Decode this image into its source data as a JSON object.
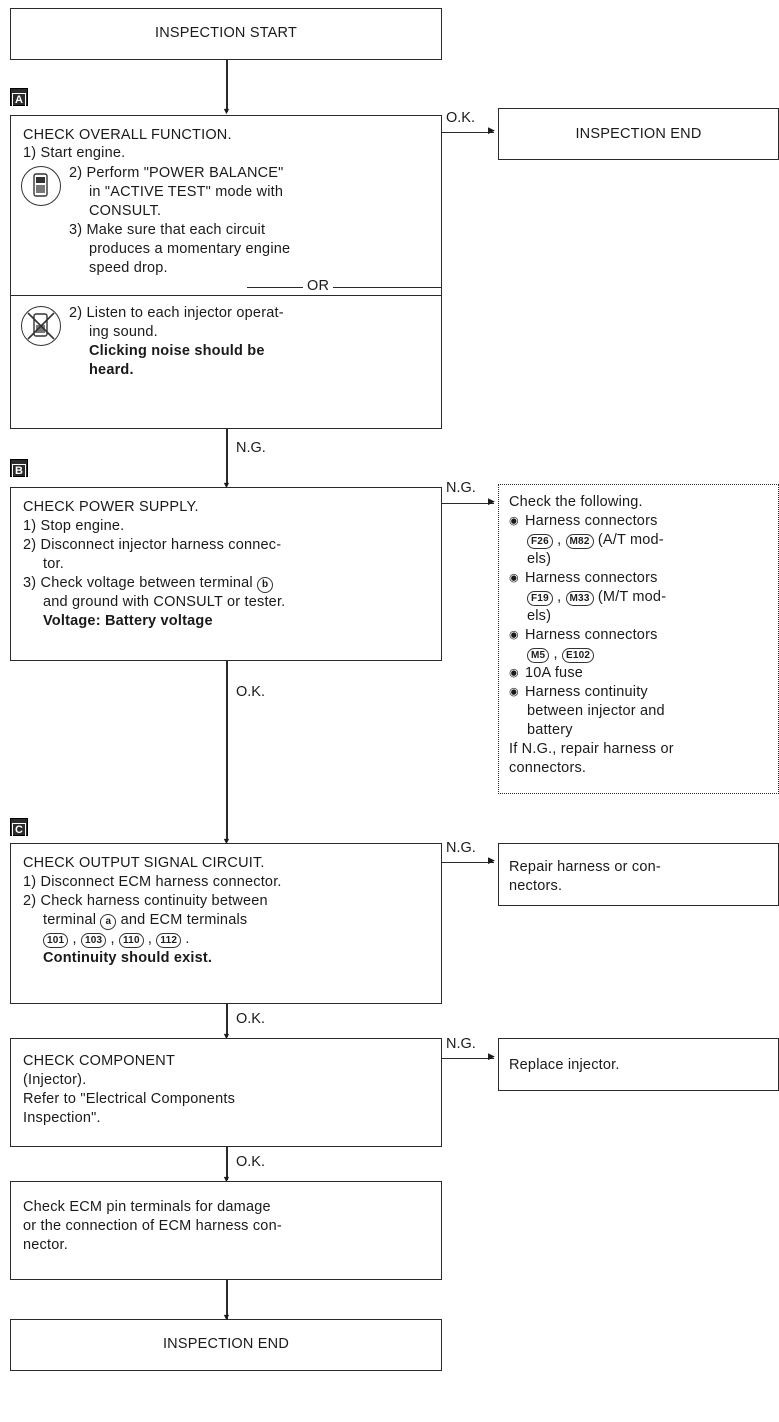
{
  "start": {
    "label": "INSPECTION START"
  },
  "sectionA": {
    "badge": "A",
    "title": "CHECK OVERALL FUNCTION.",
    "step1": "1) Start engine.",
    "consult_steps": [
      "2) Perform \"POWER BALANCE\"",
      "in \"ACTIVE TEST\" mode with",
      "CONSULT.",
      "3) Make sure that each circuit",
      "produces a momentary engine",
      "speed drop."
    ],
    "or_label": "OR",
    "noconsult_steps": [
      "2) Listen to each injector operat-",
      "ing sound."
    ],
    "noconsult_bold": [
      "Clicking noise should be",
      "heard."
    ],
    "ok_label": "O.K.",
    "ng_label": "N.G.",
    "end_label": "INSPECTION END"
  },
  "sectionB": {
    "badge": "B",
    "title": "CHECK POWER SUPPLY.",
    "lines": [
      "1) Stop engine.",
      "2) Disconnect injector harness connec-",
      "tor.",
      "3) Check voltage between terminal",
      "and ground with CONSULT or tester."
    ],
    "terminal": "b",
    "bold_line": "Voltage: Battery voltage",
    "ng_label": "N.G.",
    "ok_label": "O.K.",
    "side": {
      "intro": "Check the following.",
      "item1": {
        "text": "Harness connectors",
        "c1": "F26",
        "c2": "M82",
        "suffix": "(A/T mod-",
        "suffix2": "els)"
      },
      "item2": {
        "text": "Harness connectors",
        "c1": "F19",
        "c2": "M33",
        "suffix": "(M/T mod-",
        "suffix2": "els)"
      },
      "item3": {
        "text": "Harness connectors",
        "c1": "M5",
        "c2": "E102"
      },
      "item4": "10A fuse",
      "item5": [
        "Harness continuity",
        "between injector and",
        "battery"
      ],
      "footer": [
        "If N.G., repair harness or",
        "connectors."
      ]
    }
  },
  "sectionC": {
    "badge": "C",
    "title": "CHECK OUTPUT SIGNAL CIRCUIT.",
    "lines": [
      "1) Disconnect ECM harness connector.",
      "2) Check harness continuity between",
      "terminal",
      "and ECM terminals"
    ],
    "terminal": "a",
    "ecm_terminals": [
      "101",
      "103",
      "110",
      "112"
    ],
    "bold_line": "Continuity should exist.",
    "ng_label": "N.G.",
    "ok_label": "O.K.",
    "side": "Repair harness or con-",
    "side2": "nectors."
  },
  "component": {
    "lines": [
      "CHECK COMPONENT",
      "(Injector).",
      "Refer to \"Electrical Components",
      "Inspection\"."
    ],
    "ng_label": "N.G.",
    "ok_label": "O.K.",
    "side": "Replace injector."
  },
  "ecm": {
    "lines": [
      "Check ECM pin terminals for damage",
      "or the connection of ECM harness con-",
      "nector."
    ]
  },
  "end": {
    "label": "INSPECTION END"
  }
}
